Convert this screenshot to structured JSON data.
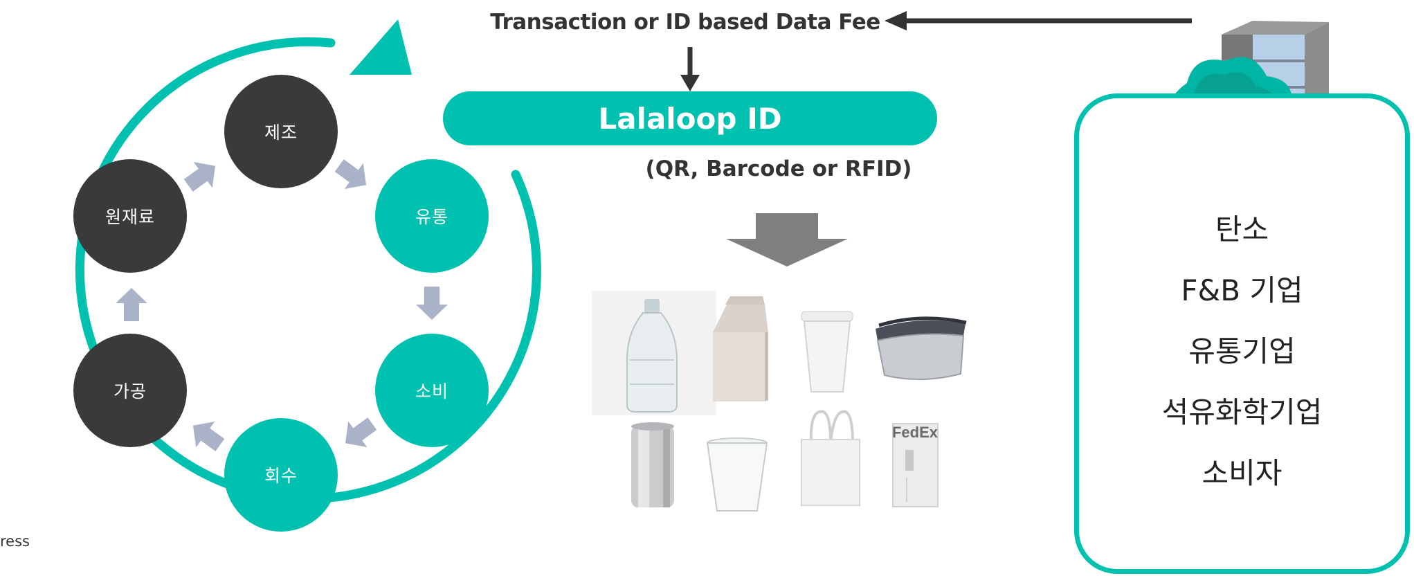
{
  "cycle": {
    "nodes": [
      {
        "id": "manufacture",
        "label": "제조"
      },
      {
        "id": "distribution",
        "label": "유통"
      },
      {
        "id": "consumption",
        "label": "소비"
      },
      {
        "id": "collection",
        "label": "회수"
      },
      {
        "id": "processing",
        "label": "가공"
      },
      {
        "id": "raw-material",
        "label": "원재료"
      }
    ]
  },
  "fee_label": "Transaction or ID based Data Fee",
  "id_bar_label": "Lalaloop ID",
  "id_types_label": "(QR, Barcode or RFID)",
  "stakeholders": [
    "탄소",
    "F&B 기업",
    "유통기업",
    "석유화학기업",
    "소비자"
  ],
  "package_items": [
    {
      "name": "plastic-bottle"
    },
    {
      "name": "milk-carton"
    },
    {
      "name": "paper-cup"
    },
    {
      "name": "food-container"
    },
    {
      "name": "aluminum-can"
    },
    {
      "name": "plastic-cup"
    },
    {
      "name": "tote-bag"
    },
    {
      "name": "fedex-envelope",
      "text": "FedEx"
    }
  ],
  "edge_text": "ress",
  "colors": {
    "teal": "#00c1b0",
    "dark": "#3a3a3a",
    "arrow": "#aab2c8",
    "server": "#8a8a8a"
  }
}
